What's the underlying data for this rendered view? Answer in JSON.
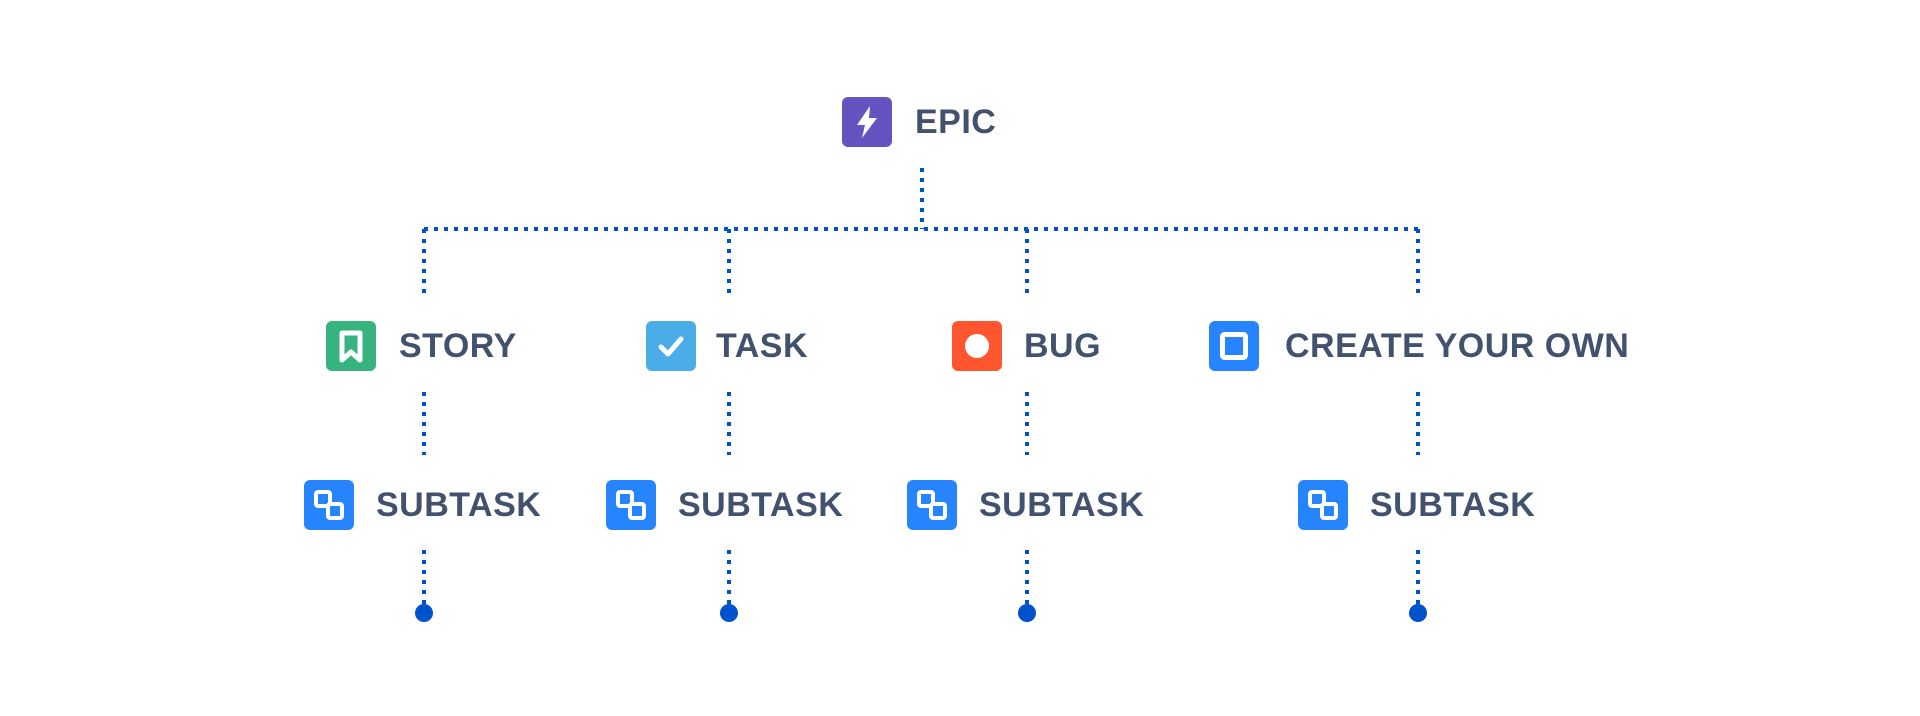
{
  "colors": {
    "connector": "#0052cc",
    "label": "#42526e",
    "epic": "#6554c0",
    "story": "#36b37e",
    "task": "#4bade8",
    "bug": "#ff5630",
    "custom": "#2684ff",
    "subtask": "#2684ff"
  },
  "root": {
    "label": "EPIC",
    "icon": "lightning-bolt-icon"
  },
  "children": [
    {
      "label": "STORY",
      "icon": "bookmark-icon",
      "subtask": {
        "label": "SUBTASK",
        "icon": "subtask-icon"
      }
    },
    {
      "label": "TASK",
      "icon": "checkmark-icon",
      "subtask": {
        "label": "SUBTASK",
        "icon": "subtask-icon"
      }
    },
    {
      "label": "BUG",
      "icon": "circle-dot-icon",
      "subtask": {
        "label": "SUBTASK",
        "icon": "subtask-icon"
      }
    },
    {
      "label": "CREATE YOUR OWN",
      "icon": "square-outline-icon",
      "subtask": {
        "label": "SUBTASK",
        "icon": "subtask-icon"
      }
    }
  ]
}
